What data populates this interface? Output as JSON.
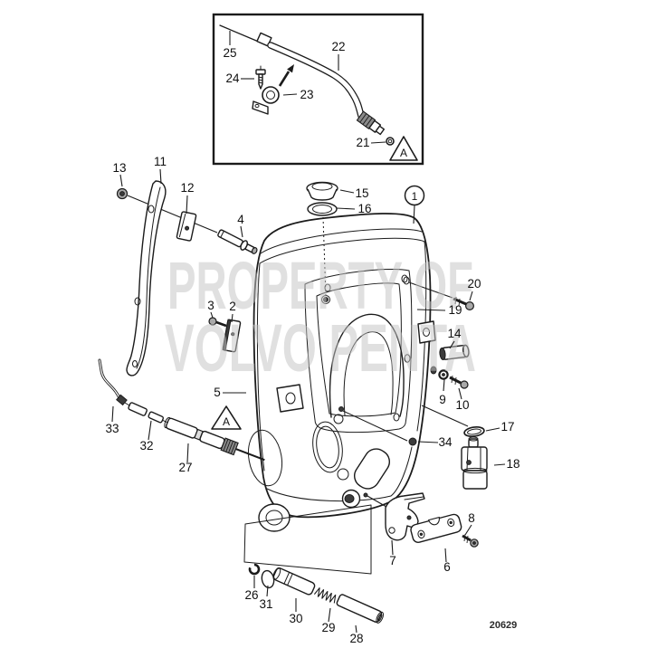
{
  "colors": {
    "ink": "#1b1b1b",
    "watermark_gray": "#c4c4c4",
    "paper": "#ffffff"
  },
  "watermark": {
    "line1": "PROPERTY OF",
    "line2": "VOLVO PENTA"
  },
  "drawing_number": "20629",
  "warning_letter": "A",
  "callouts": {
    "c1": "1",
    "c2": "2",
    "c3": "3",
    "c4": "4",
    "c5": "5",
    "c6": "6",
    "c7": "7",
    "c8": "8",
    "c9": "9",
    "c10": "10",
    "c11": "11",
    "c12": "12",
    "c13": "13",
    "c14": "14",
    "c15": "15",
    "c16": "16",
    "c17": "17",
    "c18": "18",
    "c19": "19",
    "c20": "20",
    "c21": "21",
    "c22": "22",
    "c23": "23",
    "c24": "24",
    "c25": "25",
    "c26": "26",
    "c27": "27",
    "c28": "28",
    "c29": "29",
    "c30": "30",
    "c31": "31",
    "c32": "32",
    "c33": "33",
    "c34": "34"
  }
}
